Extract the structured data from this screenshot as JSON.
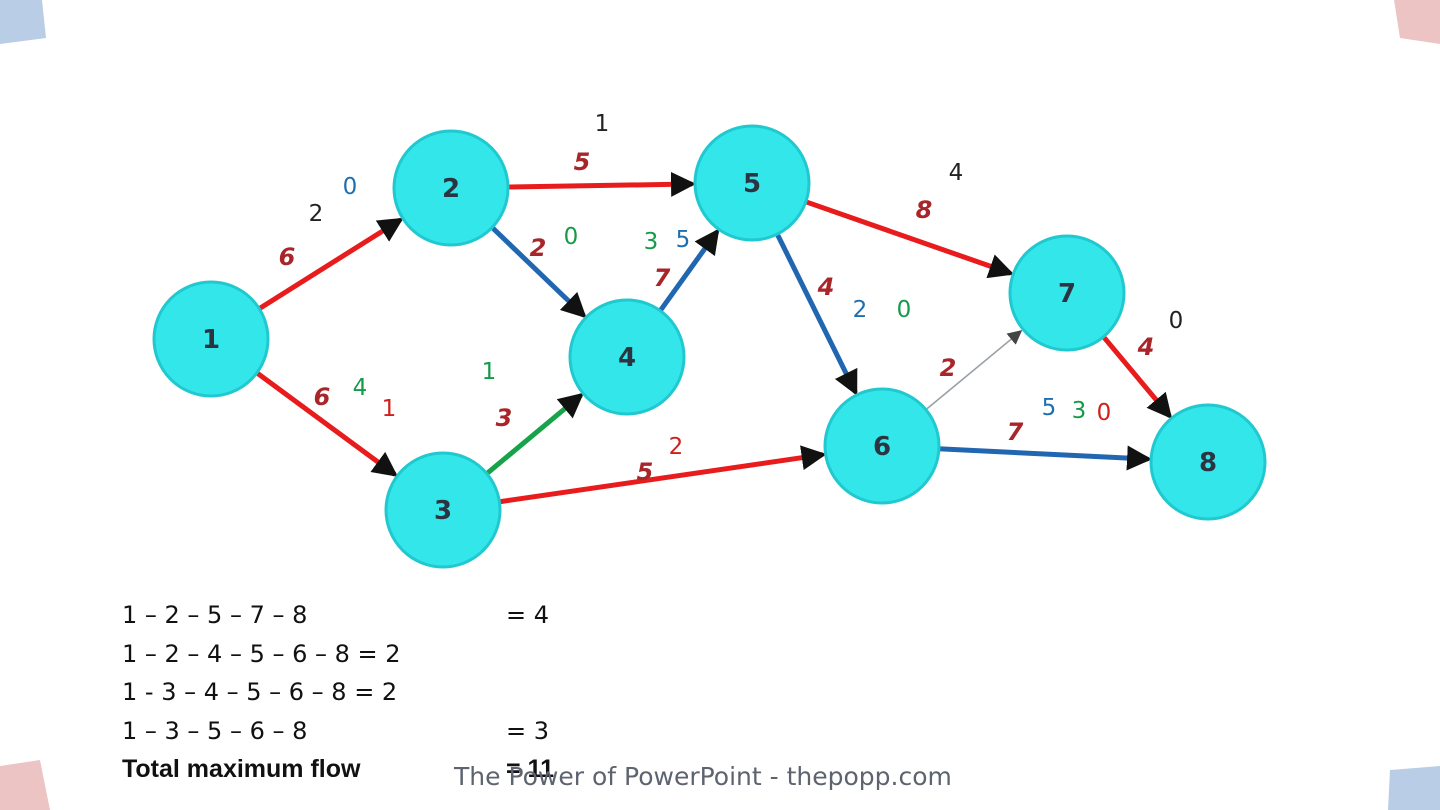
{
  "colors": {
    "node_fill": "#33e6ea",
    "node_stroke": "#20c8cf",
    "red_edge": "#e81c1c",
    "blue_edge": "#2166b0",
    "green_edge": "#16a34a",
    "gray_edge": "#9aa0a6",
    "label_blue": "#1f6fb0",
    "label_green": "#169a4a",
    "label_red": "#d0201c",
    "label_black": "#222222",
    "corner_blue": "#b9cde6",
    "corner_pink": "#edc4c4"
  },
  "graph": {
    "nodes": [
      {
        "id": "1",
        "label": "1"
      },
      {
        "id": "2",
        "label": "2"
      },
      {
        "id": "3",
        "label": "3"
      },
      {
        "id": "4",
        "label": "4"
      },
      {
        "id": "5",
        "label": "5"
      },
      {
        "id": "6",
        "label": "6"
      },
      {
        "id": "7",
        "label": "7"
      },
      {
        "id": "8",
        "label": "8"
      }
    ],
    "edges": [
      {
        "from": "1",
        "to": "2",
        "capacity": "6",
        "color": "red"
      },
      {
        "from": "1",
        "to": "3",
        "capacity": "6",
        "color": "red"
      },
      {
        "from": "2",
        "to": "5",
        "capacity": "5",
        "color": "red"
      },
      {
        "from": "2",
        "to": "4",
        "capacity": "2",
        "color": "blue"
      },
      {
        "from": "3",
        "to": "4",
        "capacity": "3",
        "color": "green"
      },
      {
        "from": "3",
        "to": "6",
        "capacity": "5",
        "color": "red"
      },
      {
        "from": "4",
        "to": "5",
        "capacity": "7",
        "color": "blue"
      },
      {
        "from": "5",
        "to": "7",
        "capacity": "8",
        "color": "red"
      },
      {
        "from": "5",
        "to": "6",
        "capacity": "4",
        "color": "blue"
      },
      {
        "from": "6",
        "to": "7",
        "capacity": "2",
        "color": "gray"
      },
      {
        "from": "6",
        "to": "8",
        "capacity": "7",
        "color": "blue"
      },
      {
        "from": "7",
        "to": "8",
        "capacity": "4",
        "color": "red"
      }
    ],
    "residual_annotations": [
      {
        "text": "1",
        "color": "black"
      },
      {
        "text": "4",
        "color": "black"
      },
      {
        "text": "0",
        "color": "blue"
      },
      {
        "text": "2",
        "color": "black"
      },
      {
        "text": "0",
        "color": "green"
      },
      {
        "text": "3",
        "color": "green"
      },
      {
        "text": "5",
        "color": "blue"
      },
      {
        "text": "2",
        "color": "blue"
      },
      {
        "text": "0",
        "color": "green"
      },
      {
        "text": "0",
        "color": "black"
      },
      {
        "text": "4",
        "color": "green"
      },
      {
        "text": "1",
        "color": "red"
      },
      {
        "text": "1",
        "color": "green"
      },
      {
        "text": "2",
        "color": "red"
      },
      {
        "text": "5",
        "color": "blue"
      },
      {
        "text": "3",
        "color": "green"
      },
      {
        "text": "0",
        "color": "red"
      }
    ]
  },
  "paths": [
    {
      "route": "1 – 2 – 5 – 7 – 8",
      "value": "= 4"
    },
    {
      "route": "1 – 2 – 4 – 5 – 6 – 8 = 2",
      "value": ""
    },
    {
      "route": "1 - 3 – 4 – 5 – 6 – 8  = 2",
      "value": ""
    },
    {
      "route": "1 – 3 – 5 – 6 – 8",
      "value": "= 3"
    }
  ],
  "total": {
    "label": "Total maximum flow",
    "value": "= 11"
  },
  "footer": "The Power of PowerPoint - thepopp.com"
}
